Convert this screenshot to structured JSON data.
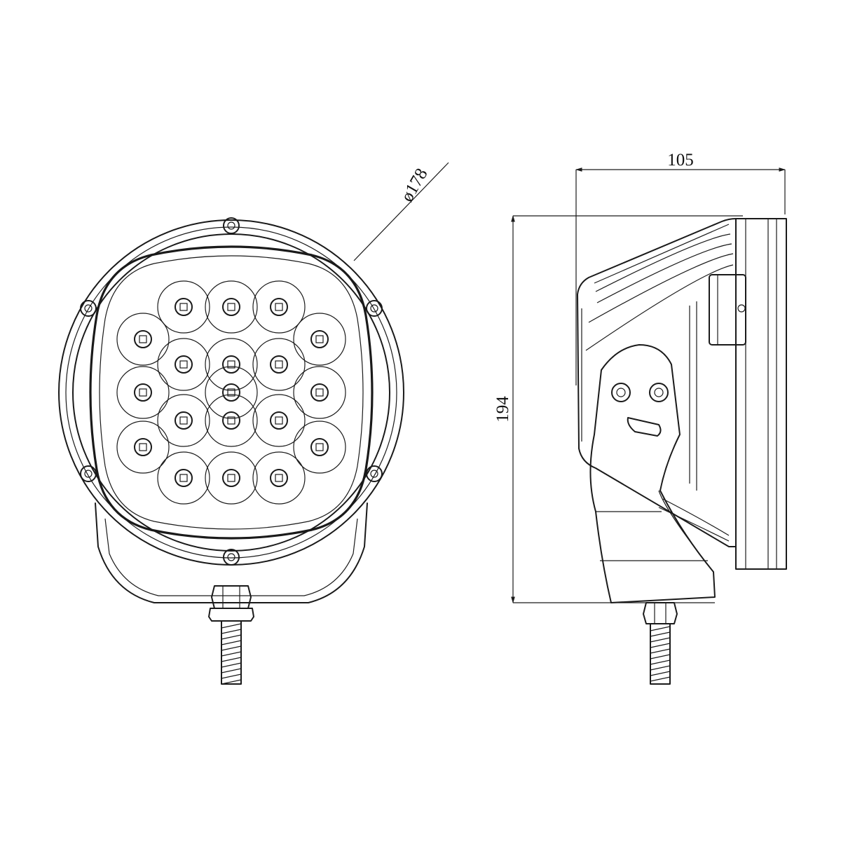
{
  "views": {
    "front": {
      "diameter_label": "ø178",
      "led_count": 19
    },
    "side": {
      "depth_label": "105",
      "height_label": "194"
    }
  },
  "colors": {
    "line": "#1a1a1a",
    "background": "#ffffff"
  }
}
